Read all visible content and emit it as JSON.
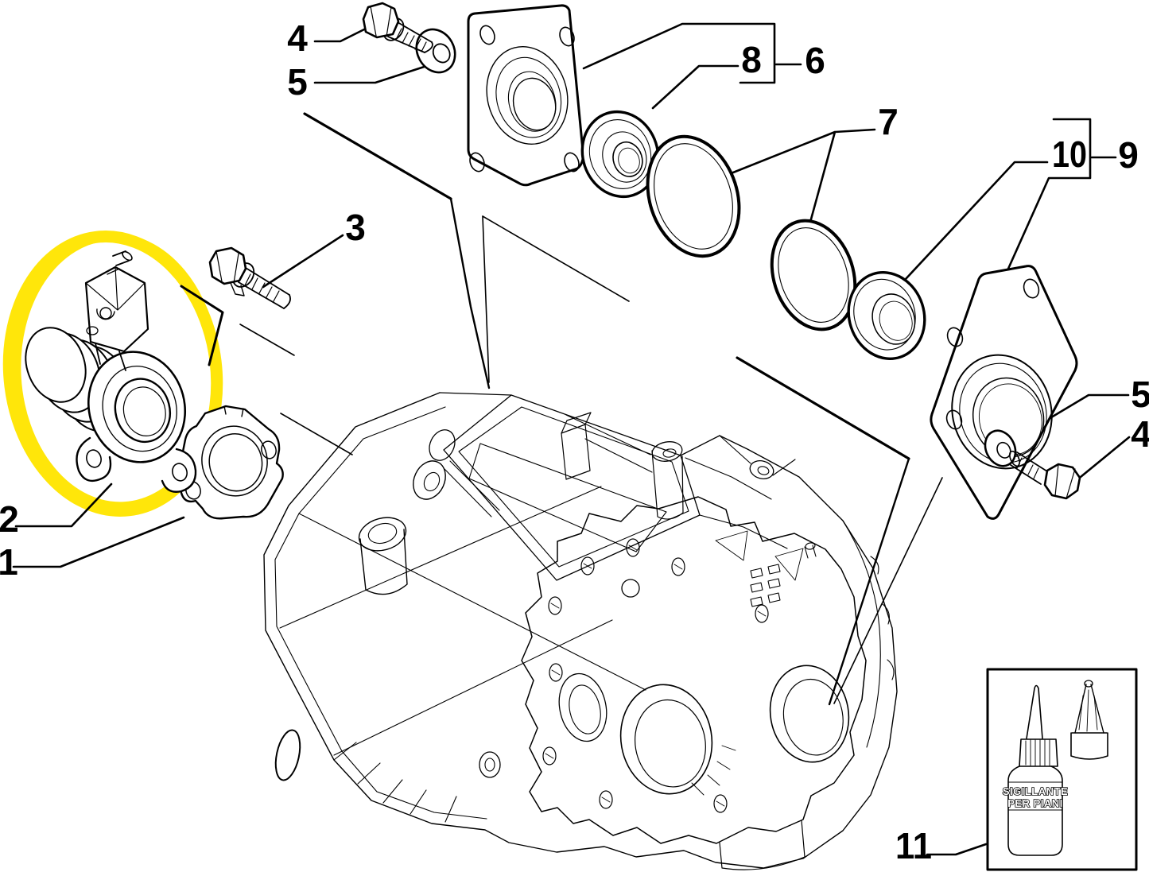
{
  "diagram": {
    "type": "exploded-parts-diagram",
    "colors": {
      "background": "#ffffff",
      "line": "#000000",
      "highlight": "#ffe60a"
    },
    "callouts": [
      {
        "id": "callout-4-left",
        "label": "4"
      },
      {
        "id": "callout-5-left",
        "label": "5"
      },
      {
        "id": "callout-3",
        "label": "3"
      },
      {
        "id": "callout-8",
        "label": "8"
      },
      {
        "id": "callout-6",
        "label": "6"
      },
      {
        "id": "callout-7",
        "label": "7"
      },
      {
        "id": "callout-10",
        "label": "10"
      },
      {
        "id": "callout-9",
        "label": "9"
      },
      {
        "id": "callout-5-right",
        "label": "5"
      },
      {
        "id": "callout-4-right",
        "label": "4"
      },
      {
        "id": "callout-2",
        "label": "2"
      },
      {
        "id": "callout-1",
        "label": "1"
      },
      {
        "id": "callout-11",
        "label": "11"
      }
    ],
    "sealant_kit": {
      "line1": "SIGILLANTE",
      "line2": "PER PIANI"
    }
  }
}
